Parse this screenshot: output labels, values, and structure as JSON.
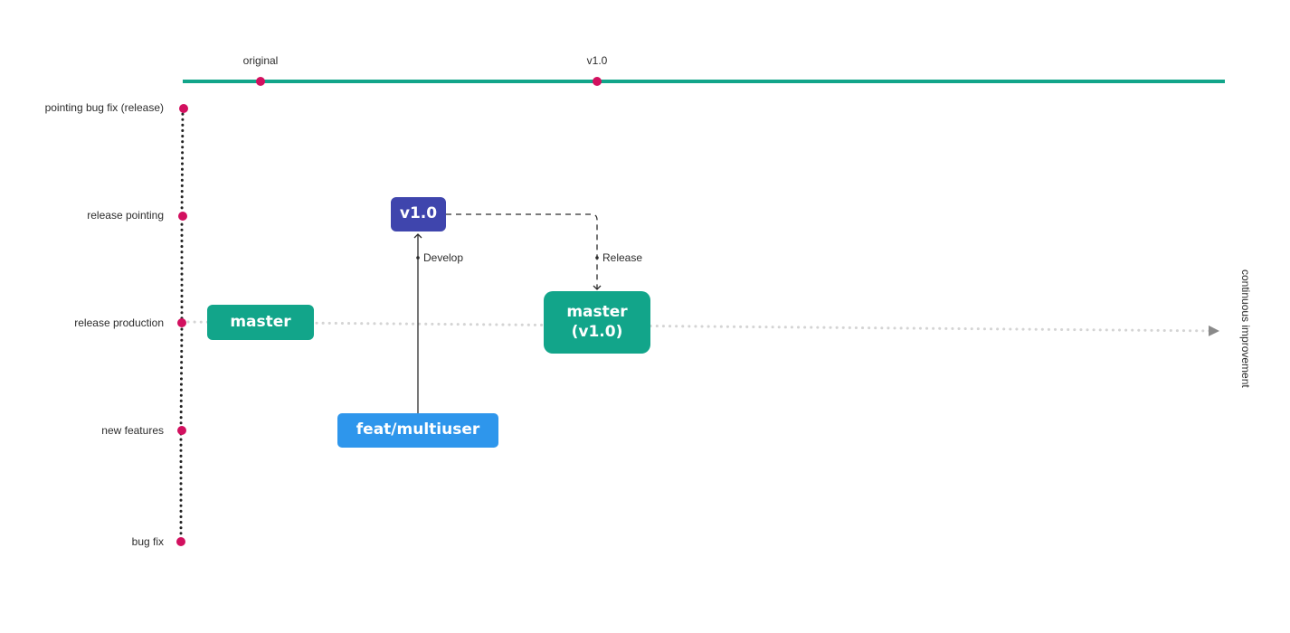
{
  "timeline": {
    "ticks": [
      {
        "label": "original"
      },
      {
        "label": "v1.0"
      }
    ],
    "color": "#12a58a",
    "dot_color": "#d2105f"
  },
  "lanes": [
    {
      "label": "pointing bug fix (release)"
    },
    {
      "label": "release pointing"
    },
    {
      "label": "release production"
    },
    {
      "label": "new features"
    },
    {
      "label": "bug fix"
    }
  ],
  "nodes": {
    "master": {
      "label": "master",
      "color": "#12a58a"
    },
    "master_v1": {
      "label": "master\n(v1.0)",
      "color": "#12a58a"
    },
    "v1": {
      "label": "v1.0",
      "color": "#3f45ad"
    },
    "feat": {
      "label": "feat/multiuser",
      "color": "#2e96ec"
    }
  },
  "edges": {
    "develop": {
      "label": "Develop"
    },
    "release": {
      "label": "Release"
    }
  },
  "note": {
    "label": "continuous improvement"
  }
}
